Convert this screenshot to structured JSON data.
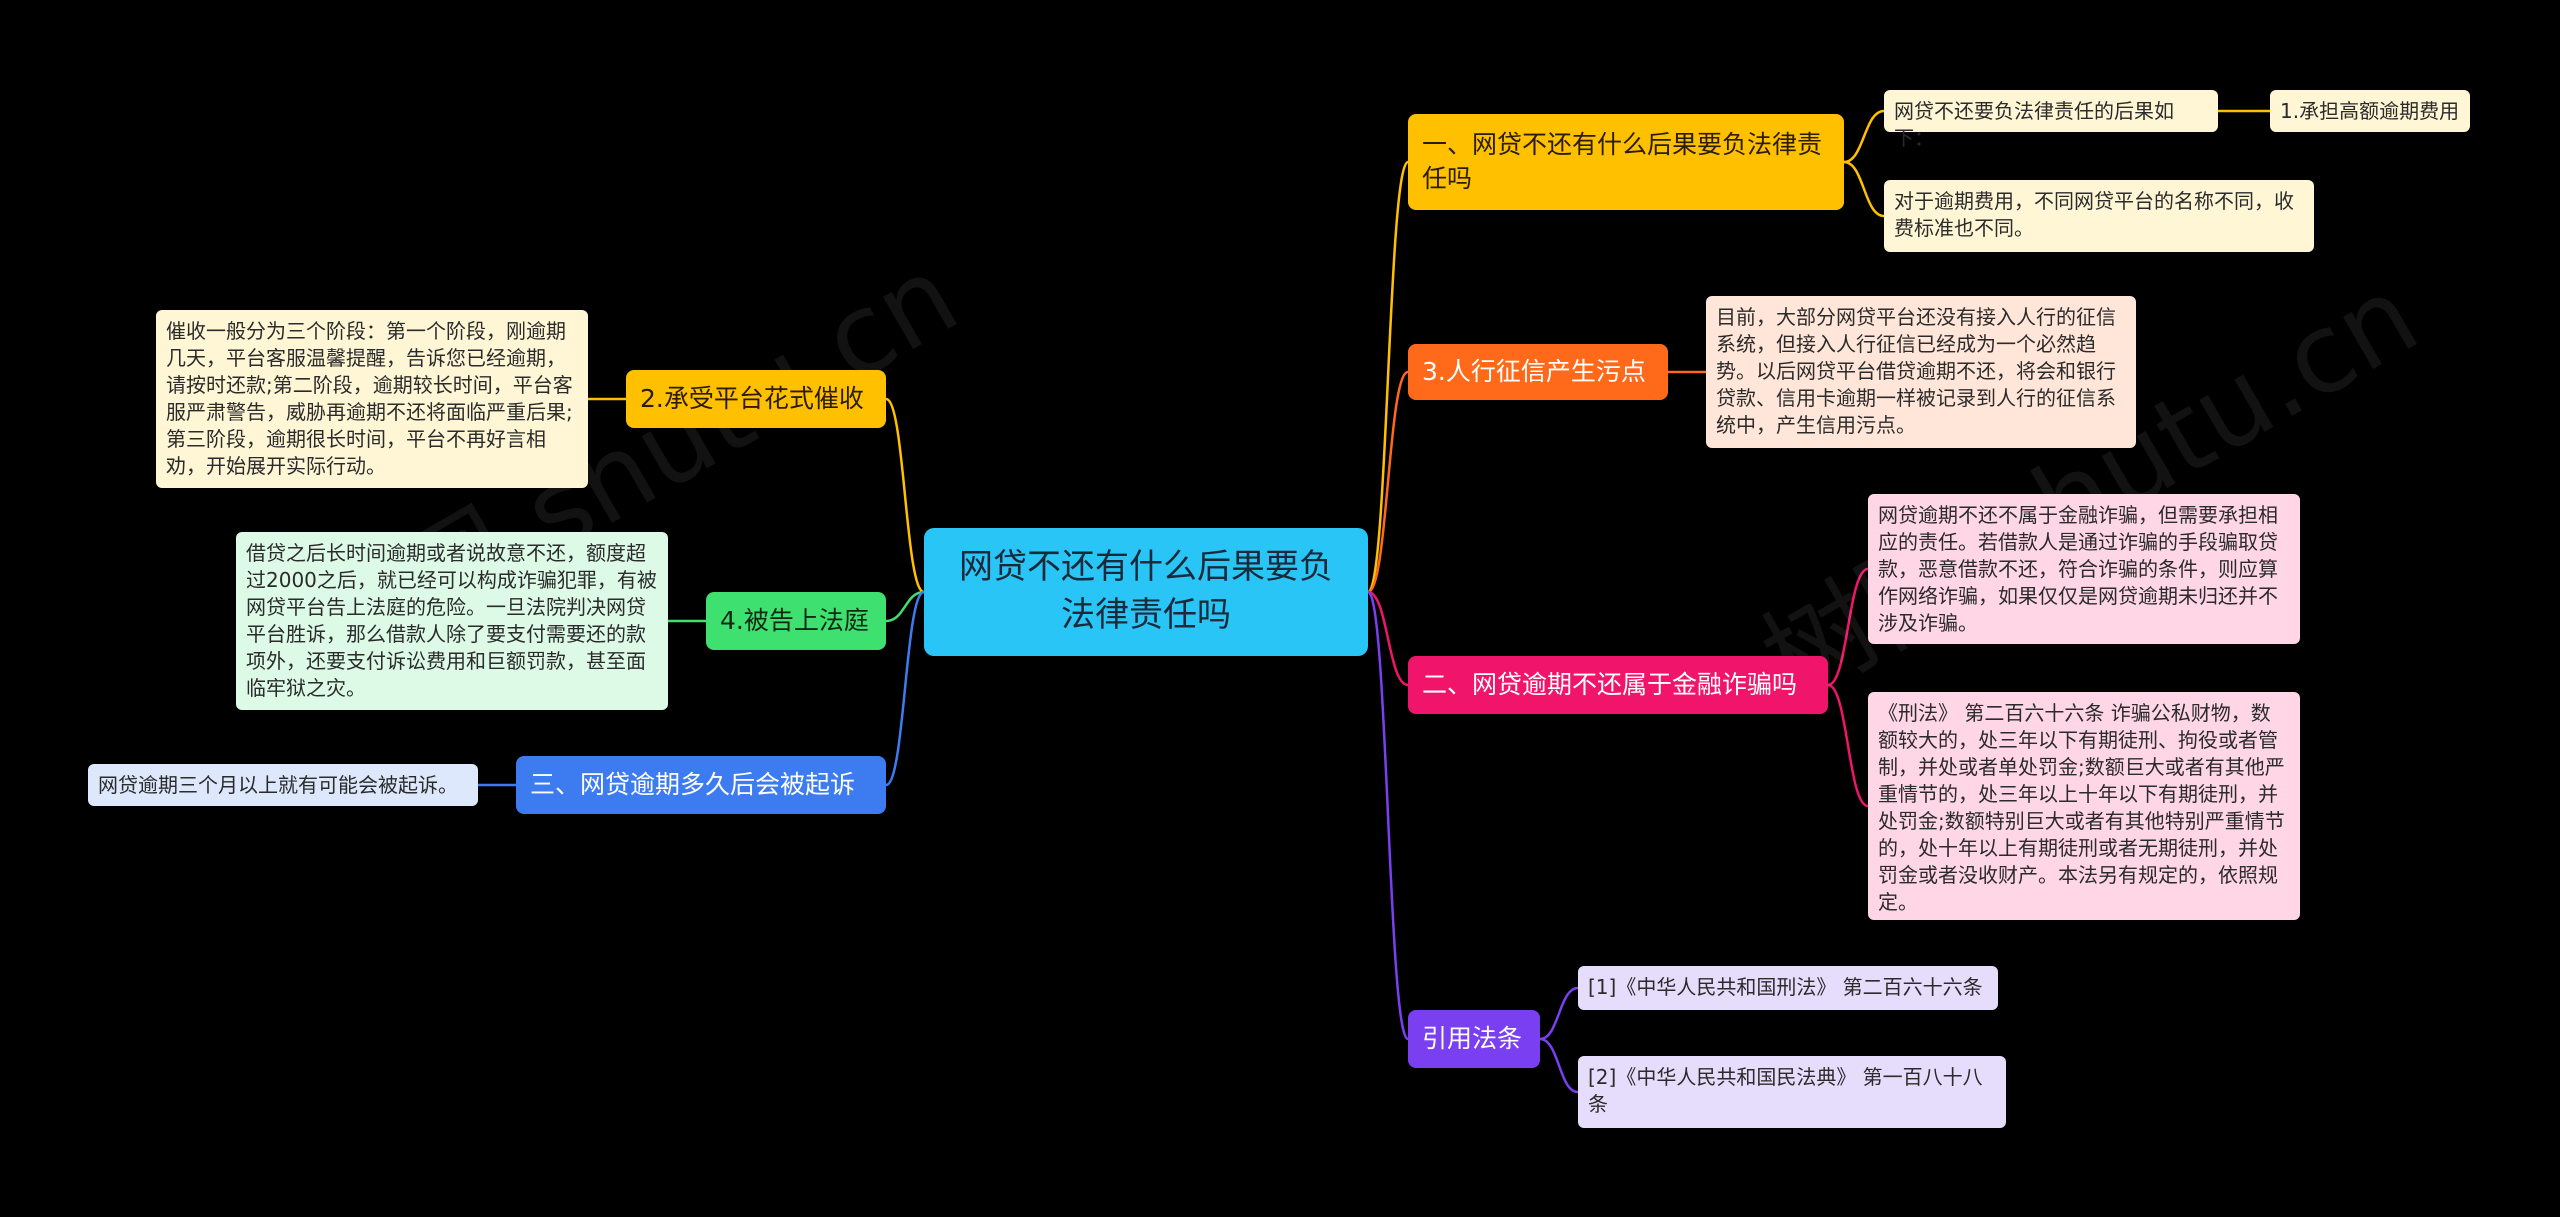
{
  "colors": {
    "background": "#000000",
    "root": "#29c5f6",
    "yellow": "#ffc000",
    "orange": "#ff6a1a",
    "pink": "#f0156a",
    "purple": "#7a3ff0",
    "green": "#3ee070",
    "blue": "#3d7cf0"
  },
  "watermark": "树图 shutu.cn",
  "root": {
    "text": "网贷不还有什么后果要负法律责任吗"
  },
  "right_topics": [
    {
      "text": "一、网贷不还有什么后果要负法律责任吗",
      "children": [
        {
          "text": "网贷不还要负法律责任的后果如下：",
          "children": [
            {
              "text": "1.承担高额逾期费用"
            }
          ]
        },
        {
          "text": "对于逾期费用，不同网贷平台的名称不同，收费标准也不同。"
        }
      ]
    },
    {
      "text": "3.人行征信产生污点",
      "children": [
        {
          "text": "目前，大部分网贷平台还没有接入人行的征信系统，但接入人行征信已经成为一个必然趋势。以后网贷平台借贷逾期不还，将会和银行贷款、信用卡逾期一样被记录到人行的征信系统中，产生信用污点。"
        }
      ]
    },
    {
      "text": "二、网贷逾期不还属于金融诈骗吗",
      "children": [
        {
          "text": "网贷逾期不还不属于金融诈骗，但需要承担相应的责任。若借款人是通过诈骗的手段骗取贷款，恶意借款不还，符合诈骗的条件，则应算作网络诈骗，如果仅仅是网贷逾期未归还并不涉及诈骗。"
        },
        {
          "text": "《刑法》 第二百六十六条 诈骗公私财物，数额较大的，处三年以下有期徒刑、拘役或者管制，并处或者单处罚金;数额巨大或者有其他严重情节的，处三年以上十年以下有期徒刑，并处罚金;数额特别巨大或者有其他特别严重情节的，处十年以上有期徒刑或者无期徒刑，并处罚金或者没收财产。本法另有规定的，依照规定。"
        }
      ]
    },
    {
      "text": "引用法条",
      "children": [
        {
          "text": "[1]《中华人民共和国刑法》 第二百六十六条"
        },
        {
          "text": "[2]《中华人民共和国民法典》 第一百八十八条"
        }
      ]
    }
  ],
  "left_topics": [
    {
      "text": "2.承受平台花式催收",
      "children": [
        {
          "text": "催收一般分为三个阶段：第一个阶段，刚逾期几天，平台客服温馨提醒，告诉您已经逾期，请按时还款;第二阶段，逾期较长时间，平台客服严肃警告，威胁再逾期不还将面临严重后果;第三阶段，逾期很长时间，平台不再好言相劝，开始展开实际行动。"
        }
      ]
    },
    {
      "text": "4.被告上法庭",
      "children": [
        {
          "text": "借贷之后长时间逾期或者说故意不还，额度超过2000之后，就已经可以构成诈骗犯罪，有被网贷平台告上法庭的危险。一旦法院判决网贷平台胜诉，那么借款人除了要支付需要还的款项外，还要支付诉讼费用和巨额罚款，甚至面临牢狱之灾。"
        }
      ]
    },
    {
      "text": "三、网贷逾期多久后会被起诉",
      "children": [
        {
          "text": "网贷逾期三个月以上就有可能会被起诉。"
        }
      ]
    }
  ]
}
